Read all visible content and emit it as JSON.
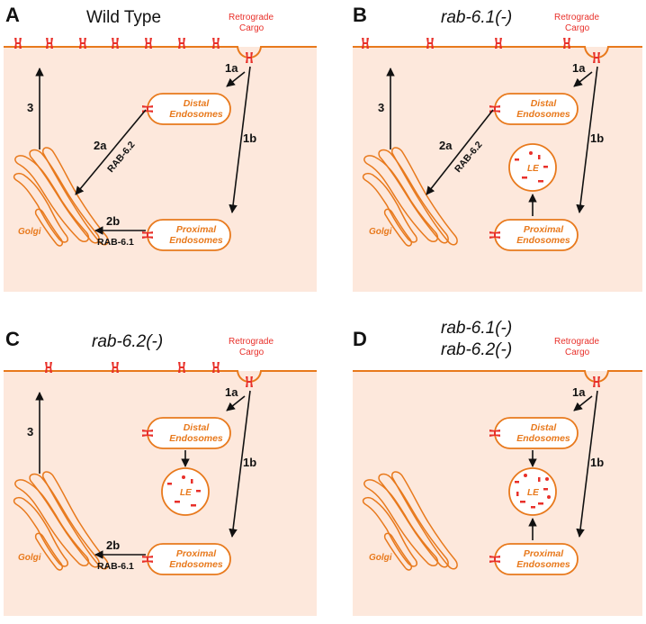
{
  "panels": [
    {
      "letter": "A",
      "title": "Wild Type",
      "title_italic": false,
      "cargo_label": [
        "Retrograde",
        "Cargo"
      ],
      "steps": {
        "s1a": "1a",
        "s1b": "1b",
        "s2a": "2a",
        "s2b": "2b",
        "s3": "3"
      },
      "rab_a": "RAB-6.2",
      "rab_b": "RAB-6.1",
      "distal": [
        "Distal",
        "Endosomes"
      ],
      "proximal": [
        "Proximal",
        "Endosomes"
      ],
      "golgi": "Golgi"
    },
    {
      "letter": "B",
      "title": "rab-6.1(-)",
      "title_italic": true,
      "cargo_label": [
        "Retrograde",
        "Cargo"
      ],
      "steps": {
        "s1a": "1a",
        "s1b": "1b",
        "s2a": "2a",
        "s3": "3"
      },
      "rab_a": "RAB-6.2",
      "distal": [
        "Distal",
        "Endosomes"
      ],
      "proximal": [
        "Proximal",
        "Endosomes"
      ],
      "golgi": "Golgi",
      "le": "LE"
    },
    {
      "letter": "C",
      "title": "rab-6.2(-)",
      "title_italic": true,
      "cargo_label": [
        "Retrograde",
        "Cargo"
      ],
      "steps": {
        "s1a": "1a",
        "s1b": "1b",
        "s2b": "2b",
        "s3": "3"
      },
      "rab_b": "RAB-6.1",
      "distal": [
        "Distal",
        "Endosomes"
      ],
      "proximal": [
        "Proximal",
        "Endosomes"
      ],
      "golgi": "Golgi",
      "le": "LE"
    },
    {
      "letter": "D",
      "title_lines": [
        "rab-6.1(-)",
        "rab-6.2(-)"
      ],
      "title_italic": true,
      "cargo_label": [
        "Retrograde",
        "Cargo"
      ],
      "steps": {
        "s1a": "1a",
        "s1b": "1b"
      },
      "distal": [
        "Distal",
        "Endosomes"
      ],
      "proximal": [
        "Proximal",
        "Endosomes"
      ],
      "golgi": "Golgi",
      "le": "LE"
    }
  ],
  "colors": {
    "cytoplasm": "#fde8dc",
    "membrane": "#e8791c",
    "cargo": "#e8302a",
    "arrow": "#111111"
  },
  "icons": {
    "cargo": "retrograde-cargo-receptor-icon",
    "golgi": "golgi-stack-icon",
    "late_endosome": "late-endosome-icon"
  }
}
